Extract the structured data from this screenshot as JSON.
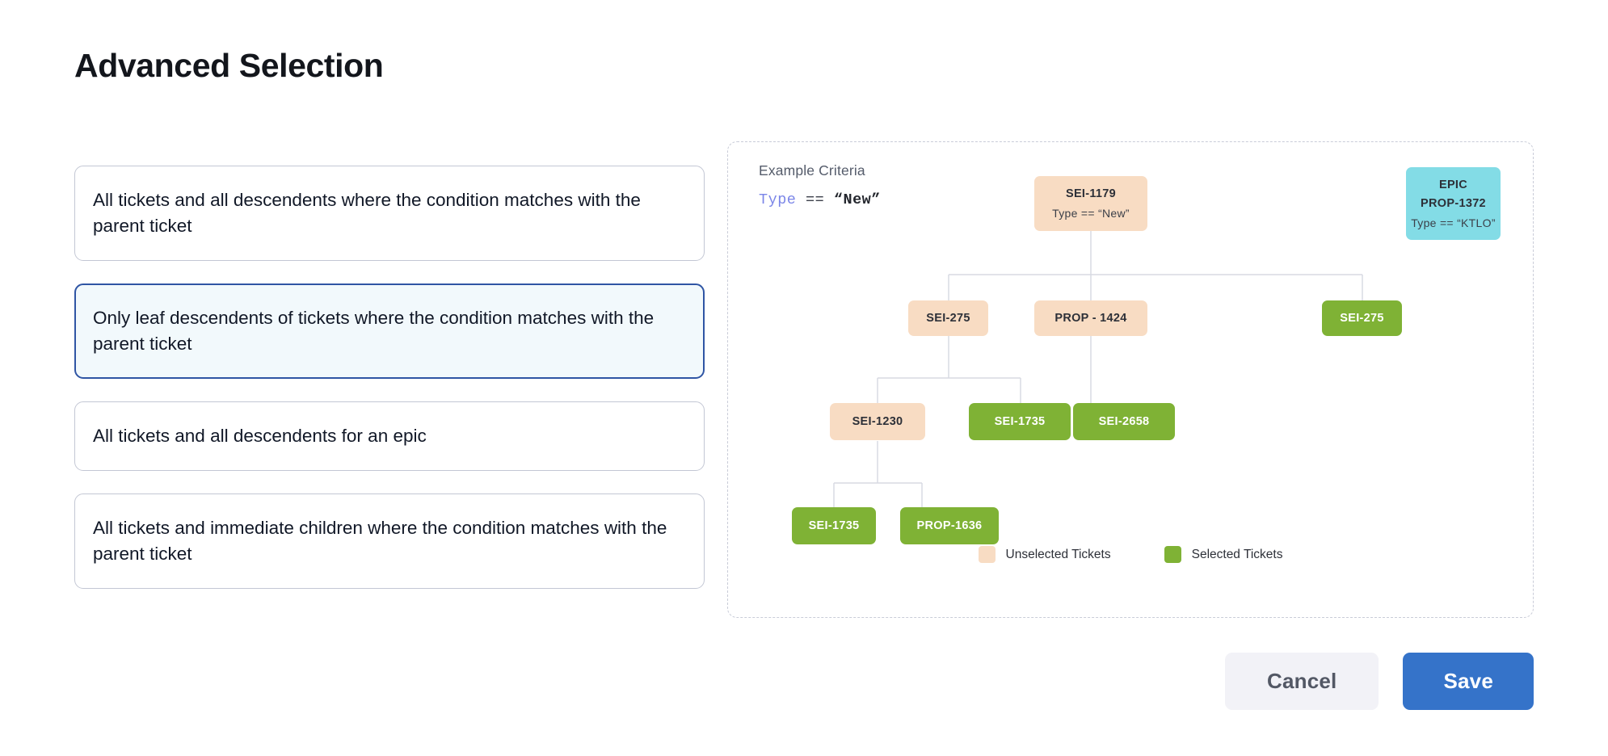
{
  "page": {
    "title": "Advanced Selection"
  },
  "options": [
    {
      "label": "All tickets and all descendents where the condition matches with the parent ticket",
      "selected": false
    },
    {
      "label": "Only leaf descendents of tickets where the condition matches with the parent ticket",
      "selected": true
    },
    {
      "label": "All tickets and all descendents for an epic",
      "selected": false
    },
    {
      "label": "All tickets and immediate children where the condition matches with the parent ticket",
      "selected": false
    }
  ],
  "diagram": {
    "criteria_label": "Example Criteria",
    "criteria_key": "Type",
    "criteria_operator": "==",
    "criteria_value": "“New”",
    "nodes": {
      "root": {
        "id": "SEI-1179",
        "sub": "Type == “New”",
        "state": "unselected"
      },
      "epic": {
        "title": "EPIC",
        "id": "PROP-1372",
        "sub": "Type == “KTLO”",
        "state": "epic"
      },
      "r2c1": {
        "id": "SEI-275",
        "state": "unselected"
      },
      "r2c2": {
        "id": "PROP - 1424",
        "state": "unselected"
      },
      "r2c3": {
        "id": "SEI-275",
        "state": "selected"
      },
      "r3c1": {
        "id": "SEI-1230",
        "state": "unselected"
      },
      "r3c2": {
        "id": "SEI-1735",
        "state": "selected"
      },
      "r3c3": {
        "id": "SEI-2658",
        "state": "selected"
      },
      "r4c1": {
        "id": "SEI-1735",
        "state": "selected"
      },
      "r4c2": {
        "id": "PROP-1636",
        "state": "selected"
      }
    },
    "legend": [
      {
        "label": "Unselected Tickets",
        "color": "#f8dcc3"
      },
      {
        "label": "Selected Tickets",
        "color": "#7fb235"
      }
    ]
  },
  "footer": {
    "cancel_label": "Cancel",
    "save_label": "Save"
  },
  "colors": {
    "unselected": "#f8dcc3",
    "selected": "#7fb235",
    "epic": "#83dce6",
    "primary": "#3573c9",
    "selection_border": "#2f55a4",
    "selection_bg": "#f2f9fc"
  }
}
